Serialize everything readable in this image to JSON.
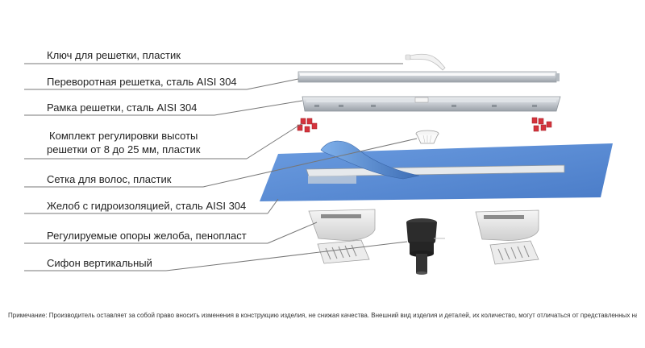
{
  "labels": [
    {
      "id": "key",
      "text": "Ключ для решетки, пластик"
    },
    {
      "id": "grate",
      "text": "Переворотная решетка, сталь AISI 304"
    },
    {
      "id": "frame",
      "text": "Рамка решетки, сталь AISI 304"
    },
    {
      "id": "height",
      "line1": "Комплект регулировки высоты",
      "line2": "решетки от 8 до 25 мм, пластик"
    },
    {
      "id": "hair",
      "text": "Сетка для волос, пластик"
    },
    {
      "id": "channel",
      "text": "Желоб с гидроизоляцией, сталь AISI 304"
    },
    {
      "id": "supports",
      "text": "Регулируемые опоры желоба, пенопласт"
    },
    {
      "id": "siphon",
      "text": "Сифон вертикальный"
    }
  ],
  "note": "Примечание: Производитель оставляет за собой право вносить изменения в конструкцию изделия, не снижая качества. Внешний вид изделия и деталей, их количество, могут отличаться от представленных на изображении",
  "colors": {
    "membrane": "#5b8fd6",
    "membrane_dark": "#3f72c0",
    "steel": "#c9ced4",
    "steel_dark": "#8c949c",
    "clip_red": "#d8303a",
    "foam": "#e8e8e8",
    "leader": "#777777",
    "siphon": "#2a2a2a"
  },
  "icons": [
    "key-part",
    "grate-part",
    "frame-part",
    "height-clips",
    "hair-strainer",
    "channel-membrane",
    "foam-supports",
    "siphon-part"
  ]
}
